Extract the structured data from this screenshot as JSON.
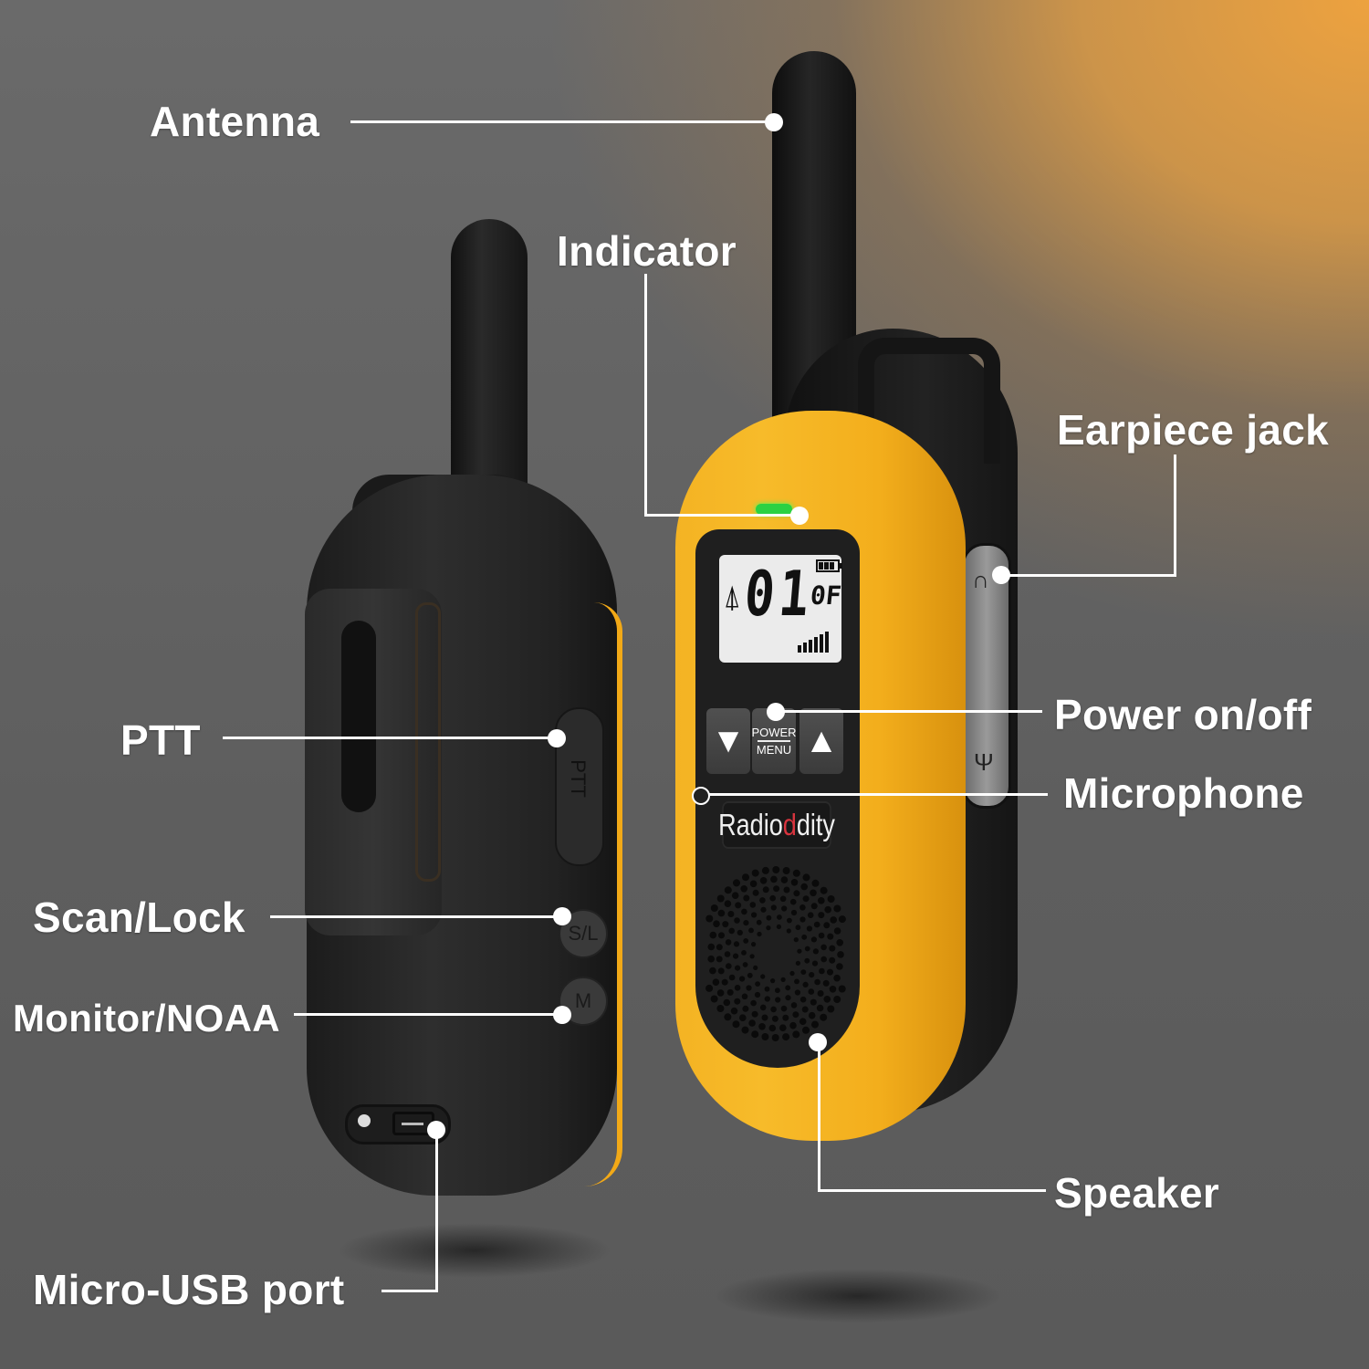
{
  "product": {
    "brand_prefix": "Radio",
    "brand_accent": "d",
    "brand_suffix": "dity",
    "lcd": {
      "channel": "01",
      "sub_code": "0F",
      "battery_level": 3,
      "signal_bars": 6
    },
    "keypad": {
      "down_key": "▼",
      "power_label": "POWER",
      "menu_label": "MENU",
      "up_key": "▲"
    },
    "side_buttons": {
      "ptt": "PTT",
      "scan_lock": "S/L",
      "monitor": "M"
    },
    "colors": {
      "body_yellow": "#f4b323",
      "body_black": "#1f1f1f",
      "indicator_green": "#2bd143",
      "brand_red": "#d8343e",
      "background_gray": "#5e5e5e",
      "background_orange": "#eda23f"
    }
  },
  "callouts": [
    {
      "id": "antenna",
      "label": "Antenna"
    },
    {
      "id": "indicator",
      "label": "Indicator"
    },
    {
      "id": "earpiece-jack",
      "label": "Earpiece jack"
    },
    {
      "id": "ptt",
      "label": "PTT"
    },
    {
      "id": "power",
      "label": "Power on/off"
    },
    {
      "id": "microphone",
      "label": "Microphone"
    },
    {
      "id": "scan-lock",
      "label": "Scan/Lock"
    },
    {
      "id": "monitor-noaa",
      "label": "Monitor/NOAA"
    },
    {
      "id": "speaker",
      "label": "Speaker"
    },
    {
      "id": "micro-usb",
      "label": "Micro-USB port"
    }
  ]
}
